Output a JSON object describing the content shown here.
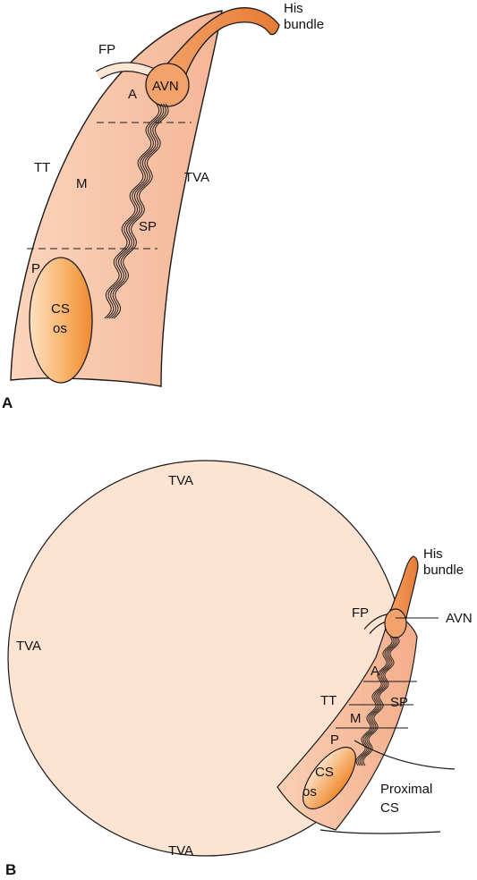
{
  "panel_a": {
    "panel_letter": "A",
    "labels": {
      "his_1": "His",
      "his_2": "bundle",
      "fp": "FP",
      "avn": "AVN",
      "a": "A",
      "tt": "TT",
      "m": "M",
      "tva": "TVA",
      "sp": "SP",
      "p": "P",
      "cs_1": "CS",
      "cs_2": "os"
    }
  },
  "panel_b": {
    "panel_letter": "B",
    "labels": {
      "tva_top": "TVA",
      "tva_left": "TVA",
      "tva_bottom": "TVA",
      "his_1": "His",
      "his_2": "bundle",
      "fp": "FP",
      "avn": "AVN",
      "a": "A",
      "tt": "TT",
      "m": "M",
      "sp": "SP",
      "p": "P",
      "cs_1": "CS",
      "cs_2": "os",
      "proximal_cs_1": "Proximal",
      "proximal_cs_2": "CS"
    }
  },
  "colors": {
    "triangle_fill": "#f9c4a6",
    "circle_fill": "#fde4d2",
    "his_orange": "#ee8a45",
    "avn_orange": "#f2a26a",
    "os_orange": "#f7a552",
    "outline": "#1a1a1a"
  }
}
